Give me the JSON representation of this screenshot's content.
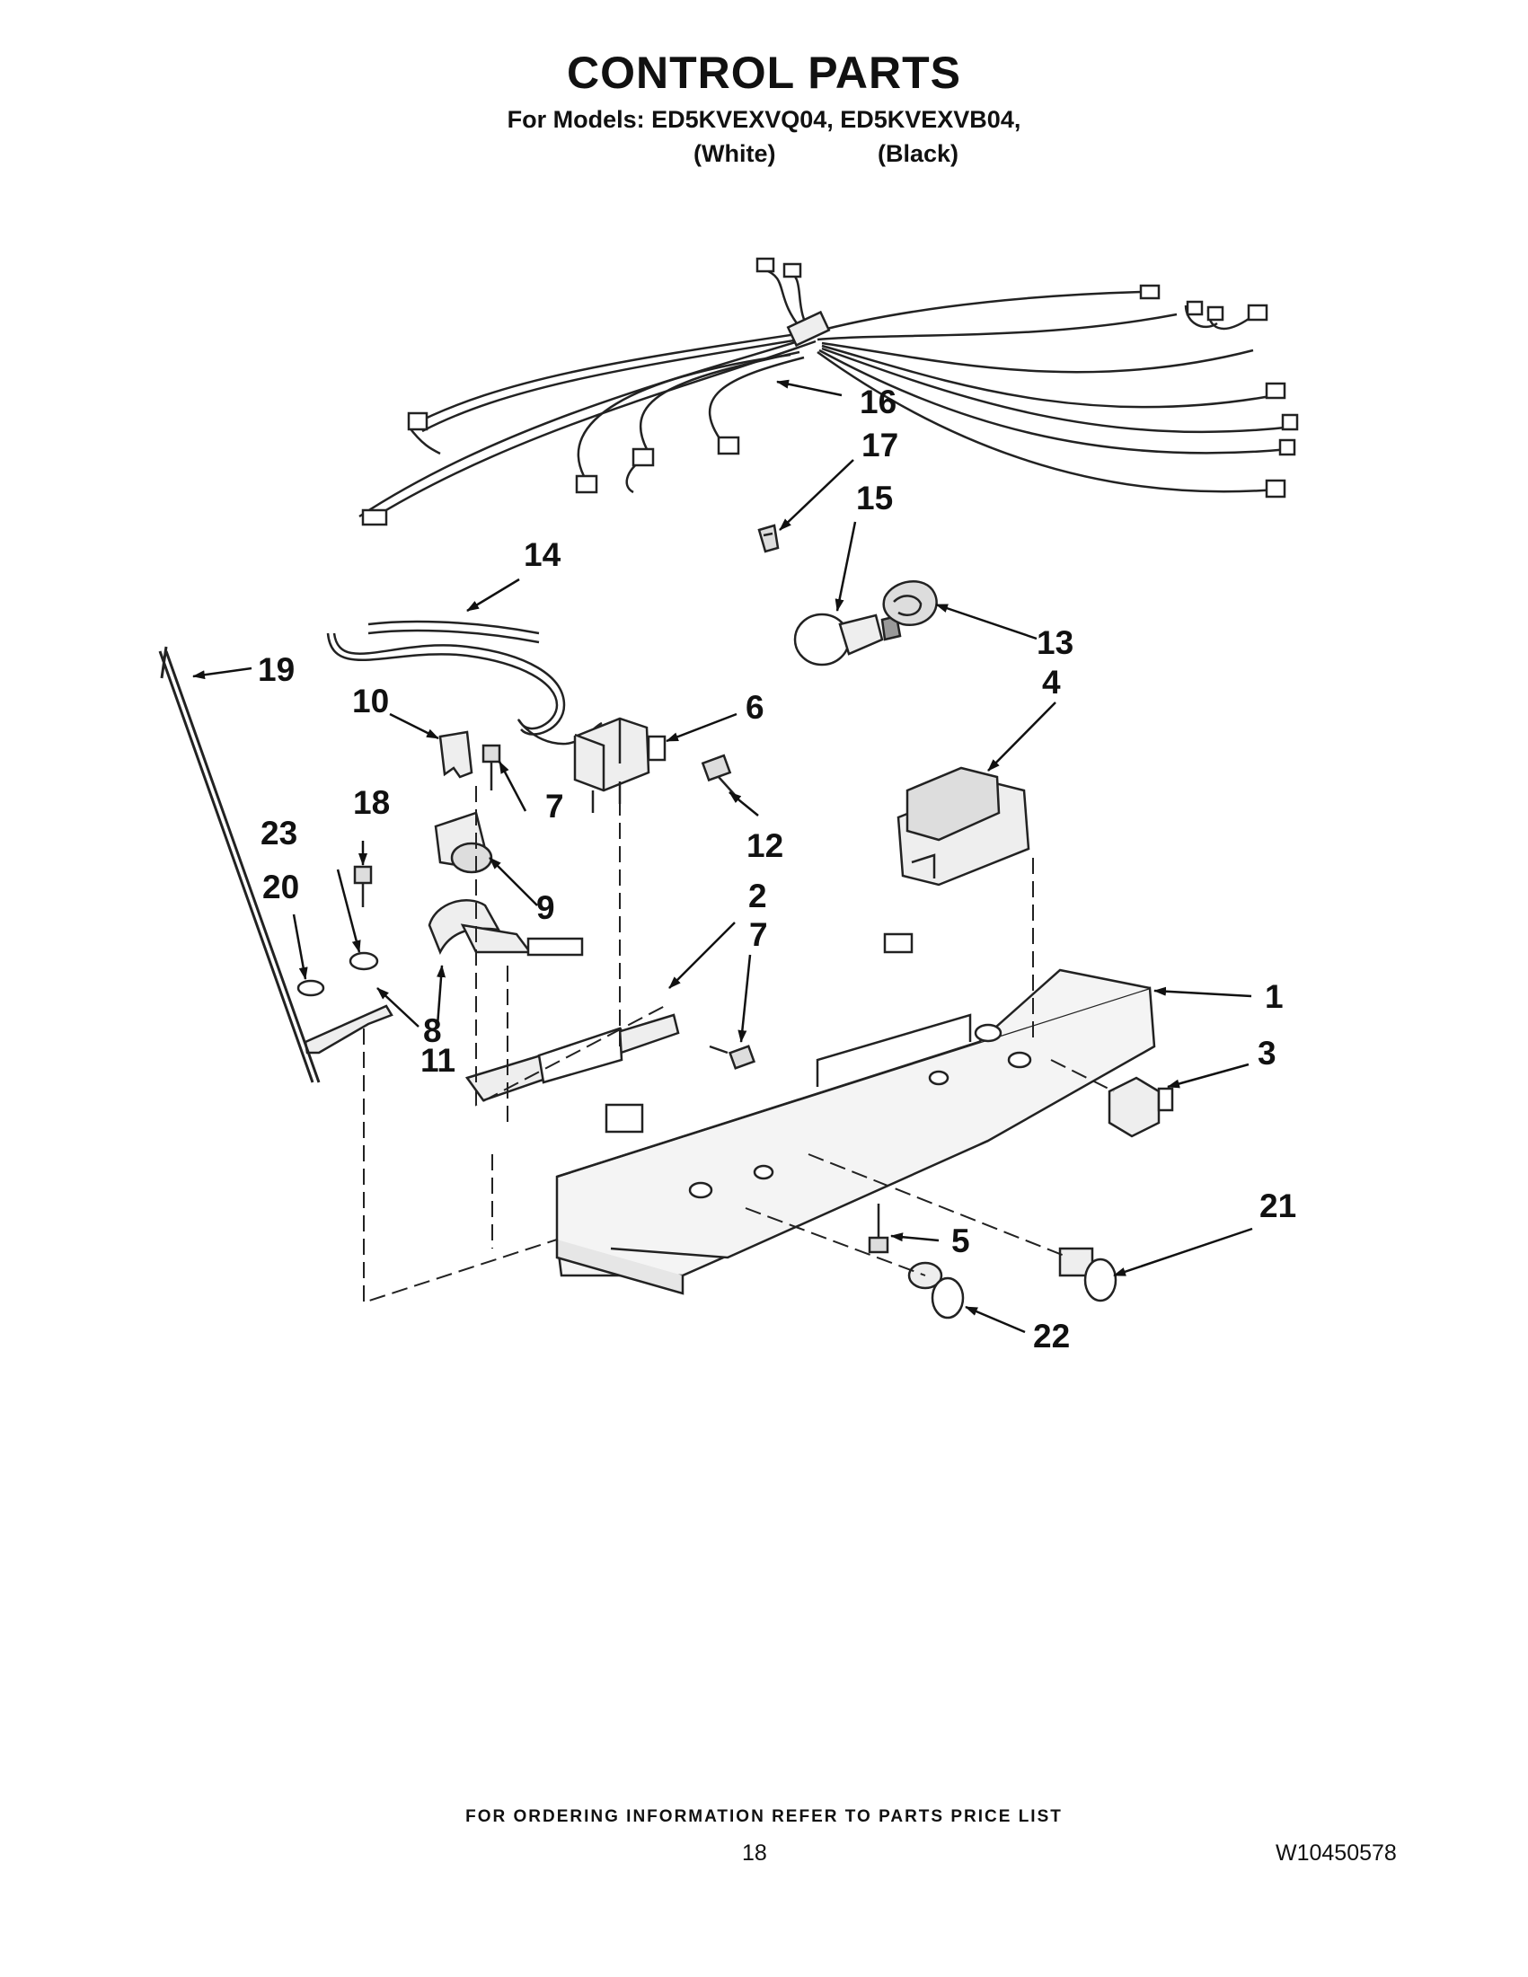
{
  "header": {
    "title": "CONTROL PARTS",
    "models": "For Models: ED5KVEXVQ04, ED5KVEXVB04,",
    "color_white": "(White)",
    "color_black": "(Black)"
  },
  "callouts": [
    "1",
    "2",
    "3",
    "4",
    "5",
    "6",
    "7",
    "7",
    "8",
    "9",
    "10",
    "11",
    "12",
    "13",
    "14",
    "15",
    "16",
    "17",
    "18",
    "19",
    "20",
    "21",
    "22",
    "23"
  ],
  "footer": {
    "ordering_note": "FOR ORDERING INFORMATION REFER TO PARTS PRICE LIST",
    "page_number": "18",
    "document_number": "W10450578"
  }
}
